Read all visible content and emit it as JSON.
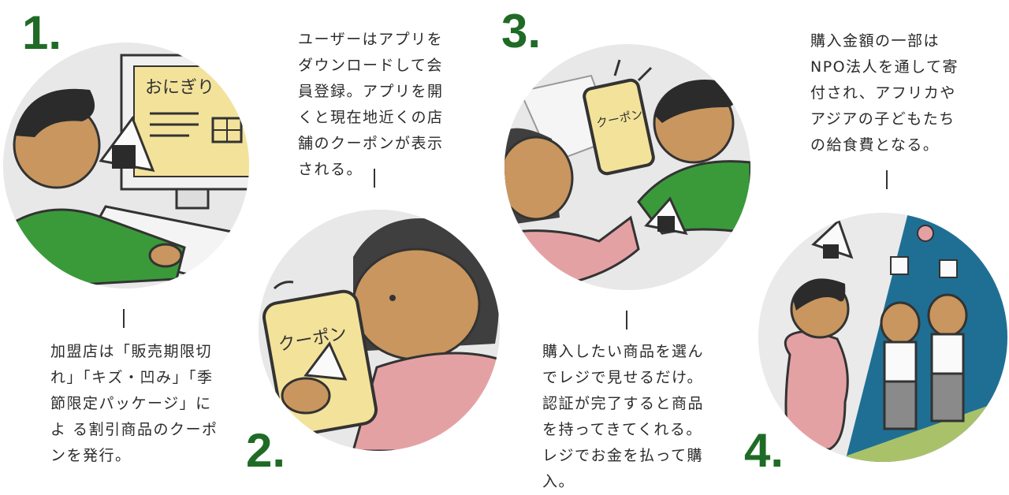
{
  "steps": [
    {
      "number": "1.",
      "text": "加盟店は「販売期限切れ」「キズ・凹み」「季節限定パッケージ」によ る割引商品のクーポンを発行。",
      "illustration_text": "おにぎり"
    },
    {
      "number": "2.",
      "text": "ユーザーはアプリをダウンロードして会員登録。アプリを開くと現在地近くの店舗のクーポンが表示される。",
      "illustration_text": "クーポン"
    },
    {
      "number": "3.",
      "text": "購入したい商品を選んでレジで見せるだけ。認証が完了すると商品を持ってきてくれる。レジでお金を払って購入。",
      "illustration_text": "クーポン"
    },
    {
      "number": "4.",
      "text": "購入金額の一部はNPO法人を通して寄付され、アフリカやアジアの子どもたちの給食費となる。"
    }
  ],
  "colors": {
    "accent": "#1f6b26",
    "circle": "#e8e8e8",
    "skin": "#c8965e",
    "shirt_green": "#3a9a3a",
    "shirt_pink": "#e4a1a3",
    "sky_blue": "#1f6f94",
    "grass": "#a9c26a"
  }
}
